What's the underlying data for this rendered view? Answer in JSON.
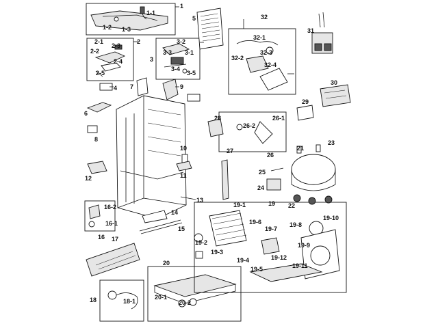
{
  "labels": [
    {
      "id": "c1",
      "text": "1"
    },
    {
      "id": "c1_1",
      "text": "1-1"
    },
    {
      "id": "c1_2",
      "text": "1-2"
    },
    {
      "id": "c1_3",
      "text": "1-3"
    },
    {
      "id": "c2",
      "text": "2"
    },
    {
      "id": "c2_1",
      "text": "2-1"
    },
    {
      "id": "c2_2",
      "text": "2-2"
    },
    {
      "id": "c2_3",
      "text": "2-3"
    },
    {
      "id": "c2_4",
      "text": "2-4"
    },
    {
      "id": "c2_5",
      "text": "2-5"
    },
    {
      "id": "c3",
      "text": "3"
    },
    {
      "id": "c3_1",
      "text": "3-1"
    },
    {
      "id": "c3_2",
      "text": "3-2"
    },
    {
      "id": "c3_3",
      "text": "3-3"
    },
    {
      "id": "c3_4",
      "text": "3-4"
    },
    {
      "id": "c3_5",
      "text": "3-5"
    },
    {
      "id": "c4",
      "text": "4"
    },
    {
      "id": "c5",
      "text": "5"
    },
    {
      "id": "c6",
      "text": "6"
    },
    {
      "id": "c7",
      "text": "7"
    },
    {
      "id": "c8",
      "text": "8"
    },
    {
      "id": "c9",
      "text": "9"
    },
    {
      "id": "c10",
      "text": "10"
    },
    {
      "id": "c11",
      "text": "11"
    },
    {
      "id": "c12",
      "text": "12"
    },
    {
      "id": "c13",
      "text": "13"
    },
    {
      "id": "c14",
      "text": "14"
    },
    {
      "id": "c15",
      "text": "15"
    },
    {
      "id": "c16",
      "text": "16"
    },
    {
      "id": "c16_1",
      "text": "16-1"
    },
    {
      "id": "c16_2",
      "text": "16-2"
    },
    {
      "id": "c17",
      "text": "17"
    },
    {
      "id": "c18",
      "text": "18"
    },
    {
      "id": "c18_1",
      "text": "18-1"
    },
    {
      "id": "c19",
      "text": "19"
    },
    {
      "id": "c19_1",
      "text": "19-1"
    },
    {
      "id": "c19_2",
      "text": "19-2"
    },
    {
      "id": "c19_3",
      "text": "19-3"
    },
    {
      "id": "c19_4",
      "text": "19-4"
    },
    {
      "id": "c19_5",
      "text": "19-5"
    },
    {
      "id": "c19_6",
      "text": "19-6"
    },
    {
      "id": "c19_7",
      "text": "19-7"
    },
    {
      "id": "c19_8",
      "text": "19-8"
    },
    {
      "id": "c19_9",
      "text": "19-9"
    },
    {
      "id": "c19_10",
      "text": "19-10"
    },
    {
      "id": "c19_11",
      "text": "19-11"
    },
    {
      "id": "c19_12",
      "text": "19-12"
    },
    {
      "id": "c20",
      "text": "20"
    },
    {
      "id": "c20_1",
      "text": "20-1"
    },
    {
      "id": "c20_2",
      "text": "20-2"
    },
    {
      "id": "c21",
      "text": "21"
    },
    {
      "id": "c22",
      "text": "22"
    },
    {
      "id": "c23",
      "text": "23"
    },
    {
      "id": "c24",
      "text": "24"
    },
    {
      "id": "c25",
      "text": "25"
    },
    {
      "id": "c26",
      "text": "26"
    },
    {
      "id": "c26_1",
      "text": "26-1"
    },
    {
      "id": "c26_2",
      "text": "26-2"
    },
    {
      "id": "c27",
      "text": "27"
    },
    {
      "id": "c28",
      "text": "28"
    },
    {
      "id": "c29",
      "text": "29"
    },
    {
      "id": "c30",
      "text": "30"
    },
    {
      "id": "c31",
      "text": "31"
    },
    {
      "id": "c32",
      "text": "32"
    },
    {
      "id": "c32_1",
      "text": "32-1"
    },
    {
      "id": "c32_2",
      "text": "32-2"
    },
    {
      "id": "c32_3",
      "text": "32-3"
    },
    {
      "id": "c32_4",
      "text": "32-4"
    }
  ]
}
